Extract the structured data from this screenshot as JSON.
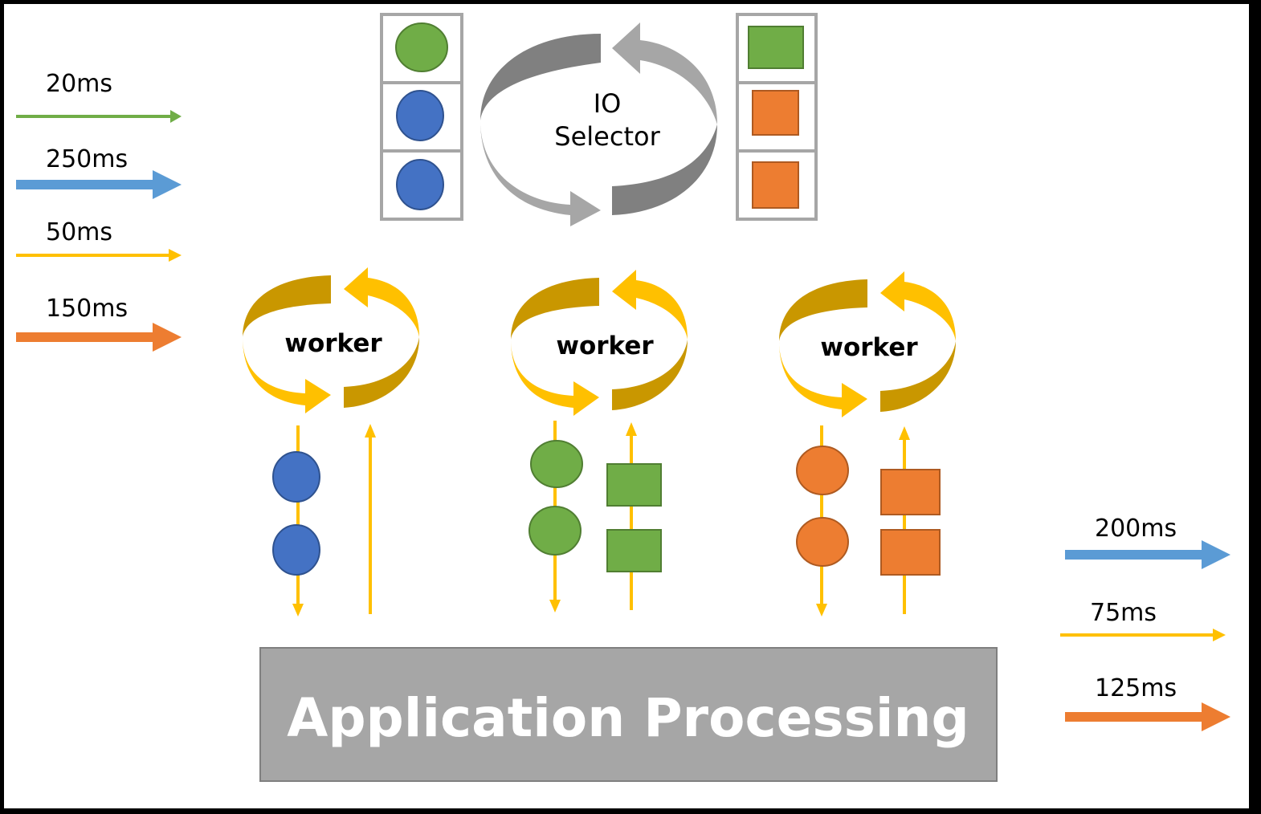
{
  "colors": {
    "green": "#70ad47",
    "green_border": "#507e32",
    "blue": "#4472c4",
    "blue_border": "#2f528f",
    "light_blue": "#5b9bd5",
    "yellow": "#ffc000",
    "yellow_dark": "#c99700",
    "orange": "#ed7d31",
    "orange_border": "#ae5a21",
    "gray_box": "#a6a6a6",
    "gray_border": "#7f7f7f",
    "selector_light": "#a6a6a6",
    "selector_dark": "#808080"
  },
  "incoming_legend": [
    {
      "label": "20ms",
      "color": "green",
      "style": "thin"
    },
    {
      "label": "250ms",
      "color": "light_blue",
      "style": "thick"
    },
    {
      "label": "50ms",
      "color": "yellow",
      "style": "thin"
    },
    {
      "label": "150ms",
      "color": "orange",
      "style": "thick"
    }
  ],
  "outgoing_legend": [
    {
      "label": "200ms",
      "color": "light_blue",
      "style": "thick"
    },
    {
      "label": "75ms",
      "color": "yellow",
      "style": "thin"
    },
    {
      "label": "125ms",
      "color": "orange",
      "style": "thick"
    }
  ],
  "selector": {
    "label_line1": "IO",
    "label_line2": "Selector",
    "input_queue": [
      "green-circle",
      "blue-circle",
      "blue-circle"
    ],
    "output_queue": [
      "green-square",
      "orange-square",
      "orange-square"
    ]
  },
  "workers": [
    {
      "label": "worker",
      "down_items": [
        "blue-circle",
        "blue-circle"
      ],
      "up_items": []
    },
    {
      "label": "worker",
      "down_items": [
        "green-circle",
        "green-circle"
      ],
      "up_items": [
        "green-square",
        "green-square"
      ]
    },
    {
      "label": "worker",
      "down_items": [
        "orange-circle",
        "orange-circle"
      ],
      "up_items": [
        "orange-square",
        "orange-square"
      ]
    }
  ],
  "app_box": {
    "label": "Application Processing"
  }
}
